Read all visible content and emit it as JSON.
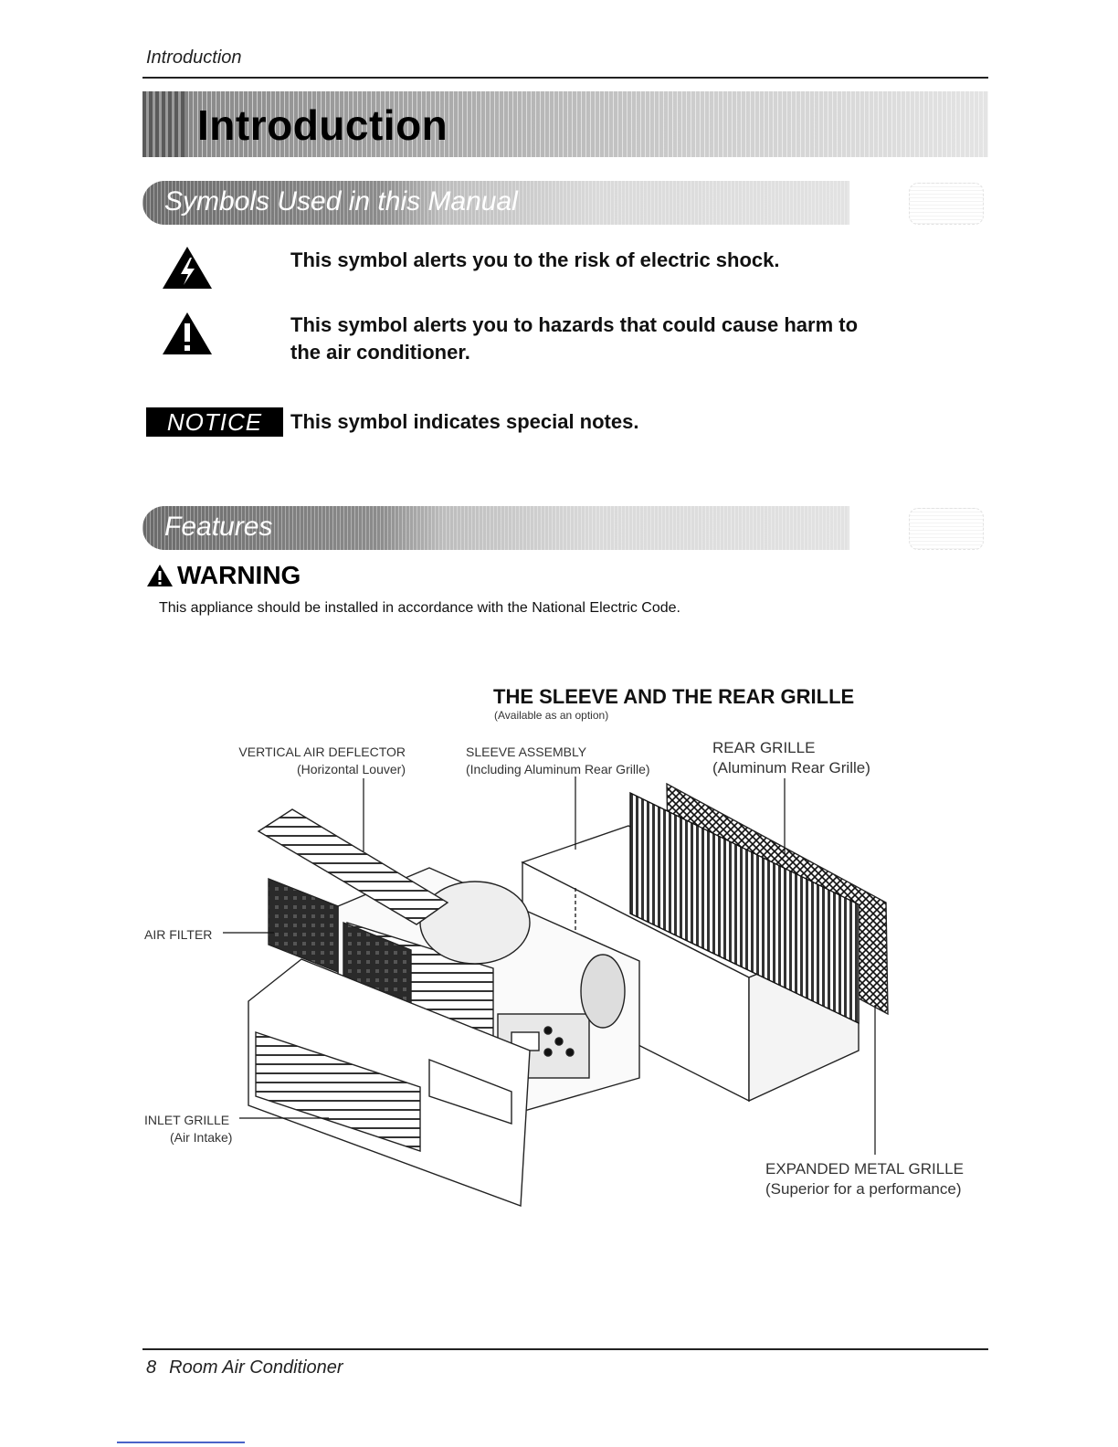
{
  "header": {
    "running_title": "Introduction"
  },
  "title": "Introduction",
  "sections": {
    "symbols": {
      "heading": "Symbols Used in this Manual"
    },
    "features": {
      "heading": "Features"
    }
  },
  "symbols": [
    {
      "icon": "electric-shock-warning-icon",
      "text": "This symbol alerts you to the risk of electric shock."
    },
    {
      "icon": "caution-warning-icon",
      "text_line1": "This symbol alerts you to hazards that could cause harm to",
      "text_line2": "the air conditioner."
    },
    {
      "badge": "NOTICE",
      "text": "This symbol indicates special notes."
    }
  ],
  "warning": {
    "title": "WARNING",
    "body": "This appliance should be installed in accordance with the National Electric Code."
  },
  "diagram": {
    "title": "THE SLEEVE AND THE REAR GRILLE",
    "subtitle": "(Available as an option)",
    "labels": {
      "vertical_air_deflector": "VERTICAL AIR DEFLECTOR",
      "vertical_air_deflector_sub": "(Horizontal Louver)",
      "sleeve_assembly": "SLEEVE ASSEMBLY",
      "sleeve_assembly_sub": "(Including Aluminum Rear Grille)",
      "rear_grille": "REAR GRILLE",
      "rear_grille_sub": "(Aluminum Rear Grille)",
      "air_filter": "AIR FILTER",
      "inlet_grille": "INLET GRILLE",
      "inlet_grille_sub": "(Air Intake)",
      "expanded_metal_grille": "EXPANDED METAL GRILLE",
      "expanded_metal_grille_sub": "(Superior for a performance)"
    }
  },
  "footer": {
    "page_number": "8",
    "title": "Room Air Conditioner"
  }
}
